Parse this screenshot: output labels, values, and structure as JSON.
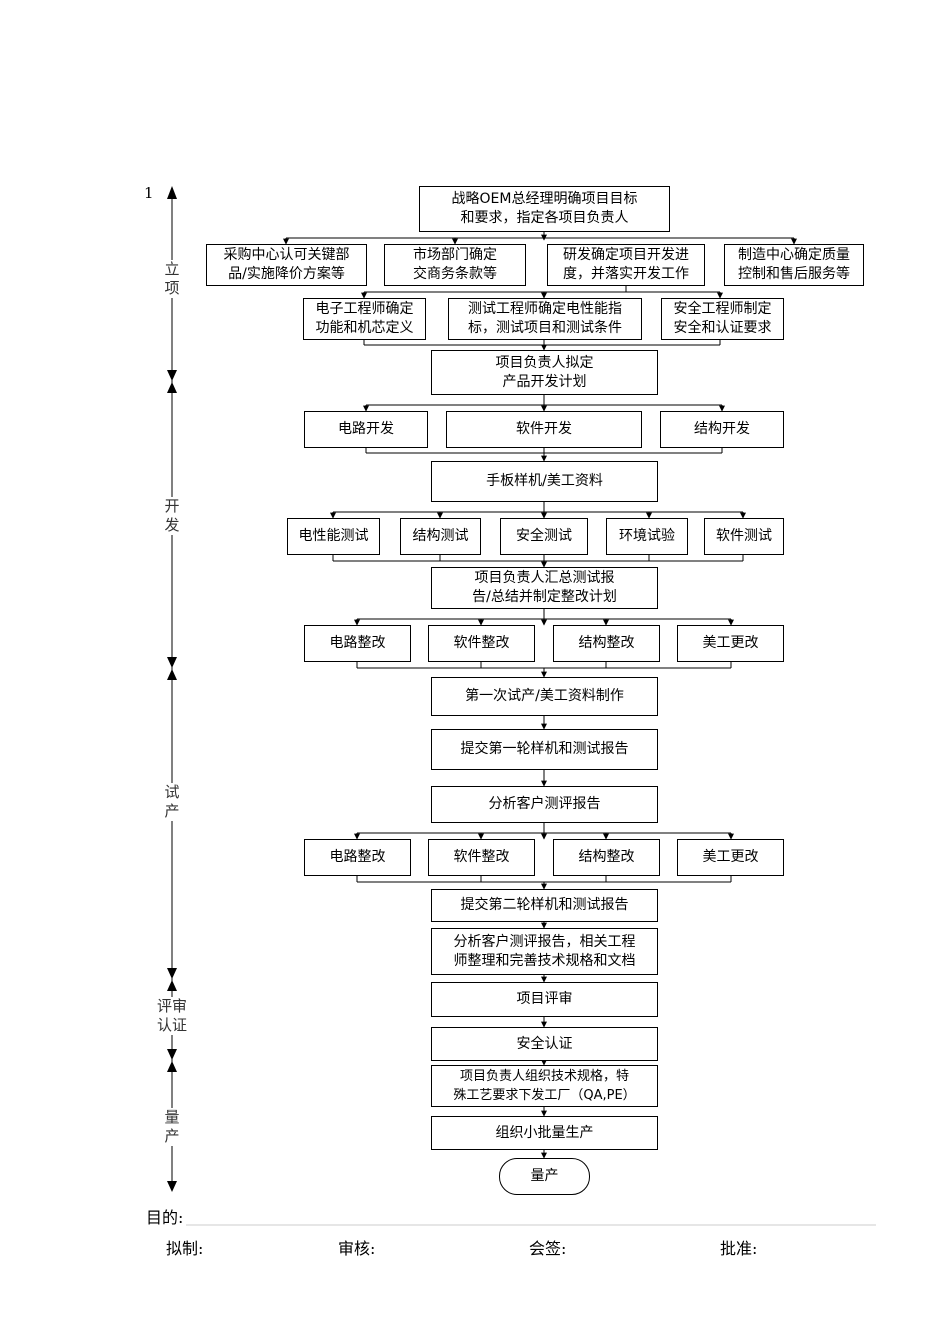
{
  "page_number": "1",
  "phases": {
    "lixiang": "立\n项",
    "kaifa": "开\n发",
    "shichan": "试\n产",
    "pingshen": "评审\n认证",
    "liangchan": "量\n产"
  },
  "steps": {
    "start": "战略OEM总经理明确项目目标\n和要求，指定各项目负责人",
    "purchase": "采购中心认可关键部\n品/实施降价方案等",
    "market": "市场部门确定\n交商务条款等",
    "rnd": "研发确定项目开发进\n度，并落实开发工作",
    "mfg": "制造中心确定质量\n控制和售后服务等",
    "ee": "电子工程师确定\n功能和机芯定义",
    "te": "测试工程师确定电性能指\n标，测试项目和测试条件",
    "se": "安全工程师制定\n安全和认证要求",
    "plan": "项目负责人拟定\n产品开发计划",
    "dev_circuit": "电路开发",
    "dev_software": "软件开发",
    "dev_struct": "结构开发",
    "prototype": "手板样机/美工资料",
    "test_elec": "电性能测试",
    "test_struct": "结构测试",
    "test_safety": "安全测试",
    "test_env": "环境试验",
    "test_sw": "软件测试",
    "summary": "项目负责人汇总测试报\n告/总结并制定整改计划",
    "fix1_circuit": "电路整改",
    "fix1_software": "软件整改",
    "fix1_struct": "结构整改",
    "fix1_art": "美工更改",
    "trial1": "第一次试产/美工资料制作",
    "submit1": "提交第一轮样机和测试报告",
    "analysis1": "分析客户测评报告",
    "fix2_circuit": "电路整改",
    "fix2_software": "软件整改",
    "fix2_struct": "结构整改",
    "fix2_art": "美工更改",
    "submit2": "提交第二轮样机和测试报告",
    "analysis2": "分析客户测评报告，相关工程\n师整理和完善技术规格和文档",
    "review": "项目评审",
    "cert": "安全认证",
    "spec": "项目负责人组织技术规格，特\n殊工艺要求下发工厂（QA,PE）",
    "small_batch": "组织小批量生产",
    "mass": "量产"
  },
  "footer": {
    "purpose": "目的:",
    "drafted": "拟制:",
    "reviewed": "审核:",
    "countersigned": "会签:",
    "approved": "批准:"
  }
}
